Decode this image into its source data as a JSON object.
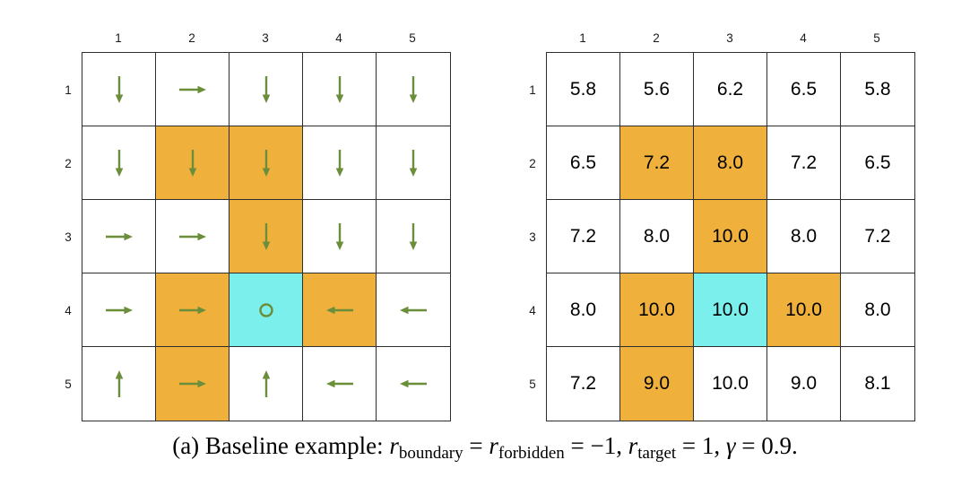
{
  "colors": {
    "forbidden_cell": "#F0B13C",
    "target_cell": "#7AEFEC",
    "arrow": "#6B8E3B",
    "grid_line": "#2E2E2E"
  },
  "policy_grid": {
    "col_labels": [
      "1",
      "2",
      "3",
      "4",
      "5"
    ],
    "row_labels": [
      "1",
      "2",
      "3",
      "4",
      "5"
    ],
    "rows": [
      [
        {
          "action": "down",
          "type": "normal"
        },
        {
          "action": "right",
          "type": "normal"
        },
        {
          "action": "down",
          "type": "normal"
        },
        {
          "action": "down",
          "type": "normal"
        },
        {
          "action": "down",
          "type": "normal"
        }
      ],
      [
        {
          "action": "down",
          "type": "normal"
        },
        {
          "action": "down",
          "type": "forbidden"
        },
        {
          "action": "down",
          "type": "forbidden"
        },
        {
          "action": "down",
          "type": "normal"
        },
        {
          "action": "down",
          "type": "normal"
        }
      ],
      [
        {
          "action": "right",
          "type": "normal"
        },
        {
          "action": "right",
          "type": "normal"
        },
        {
          "action": "down",
          "type": "forbidden"
        },
        {
          "action": "down",
          "type": "normal"
        },
        {
          "action": "down",
          "type": "normal"
        }
      ],
      [
        {
          "action": "right",
          "type": "normal"
        },
        {
          "action": "right",
          "type": "forbidden"
        },
        {
          "action": "stay",
          "type": "target"
        },
        {
          "action": "left",
          "type": "forbidden"
        },
        {
          "action": "left",
          "type": "normal"
        }
      ],
      [
        {
          "action": "up",
          "type": "normal"
        },
        {
          "action": "right",
          "type": "forbidden"
        },
        {
          "action": "up",
          "type": "normal"
        },
        {
          "action": "left",
          "type": "normal"
        },
        {
          "action": "left",
          "type": "normal"
        }
      ]
    ]
  },
  "value_grid": {
    "col_labels": [
      "1",
      "2",
      "3",
      "4",
      "5"
    ],
    "row_labels": [
      "1",
      "2",
      "3",
      "4",
      "5"
    ],
    "rows": [
      [
        {
          "value": "5.8",
          "type": "normal"
        },
        {
          "value": "5.6",
          "type": "normal"
        },
        {
          "value": "6.2",
          "type": "normal"
        },
        {
          "value": "6.5",
          "type": "normal"
        },
        {
          "value": "5.8",
          "type": "normal"
        }
      ],
      [
        {
          "value": "6.5",
          "type": "normal"
        },
        {
          "value": "7.2",
          "type": "forbidden"
        },
        {
          "value": "8.0",
          "type": "forbidden"
        },
        {
          "value": "7.2",
          "type": "normal"
        },
        {
          "value": "6.5",
          "type": "normal"
        }
      ],
      [
        {
          "value": "7.2",
          "type": "normal"
        },
        {
          "value": "8.0",
          "type": "normal"
        },
        {
          "value": "10.0",
          "type": "forbidden"
        },
        {
          "value": "8.0",
          "type": "normal"
        },
        {
          "value": "7.2",
          "type": "normal"
        }
      ],
      [
        {
          "value": "8.0",
          "type": "normal"
        },
        {
          "value": "10.0",
          "type": "forbidden"
        },
        {
          "value": "10.0",
          "type": "target"
        },
        {
          "value": "10.0",
          "type": "forbidden"
        },
        {
          "value": "8.0",
          "type": "normal"
        }
      ],
      [
        {
          "value": "7.2",
          "type": "normal"
        },
        {
          "value": "9.0",
          "type": "forbidden"
        },
        {
          "value": "10.0",
          "type": "normal"
        },
        {
          "value": "9.0",
          "type": "normal"
        },
        {
          "value": "8.1",
          "type": "normal"
        }
      ]
    ]
  },
  "caption": {
    "segments": [
      {
        "text": "(a) Baseline example: ",
        "style": "plain"
      },
      {
        "text": "r",
        "style": "var"
      },
      {
        "text": "boundary",
        "style": "sub"
      },
      {
        "text": " = ",
        "style": "plain"
      },
      {
        "text": "r",
        "style": "var"
      },
      {
        "text": "forbidden",
        "style": "sub"
      },
      {
        "text": " = −1, ",
        "style": "plain"
      },
      {
        "text": "r",
        "style": "var"
      },
      {
        "text": "target",
        "style": "sub"
      },
      {
        "text": " = 1, ",
        "style": "plain"
      },
      {
        "text": "γ",
        "style": "var"
      },
      {
        "text": " = 0.9.",
        "style": "plain"
      }
    ]
  }
}
